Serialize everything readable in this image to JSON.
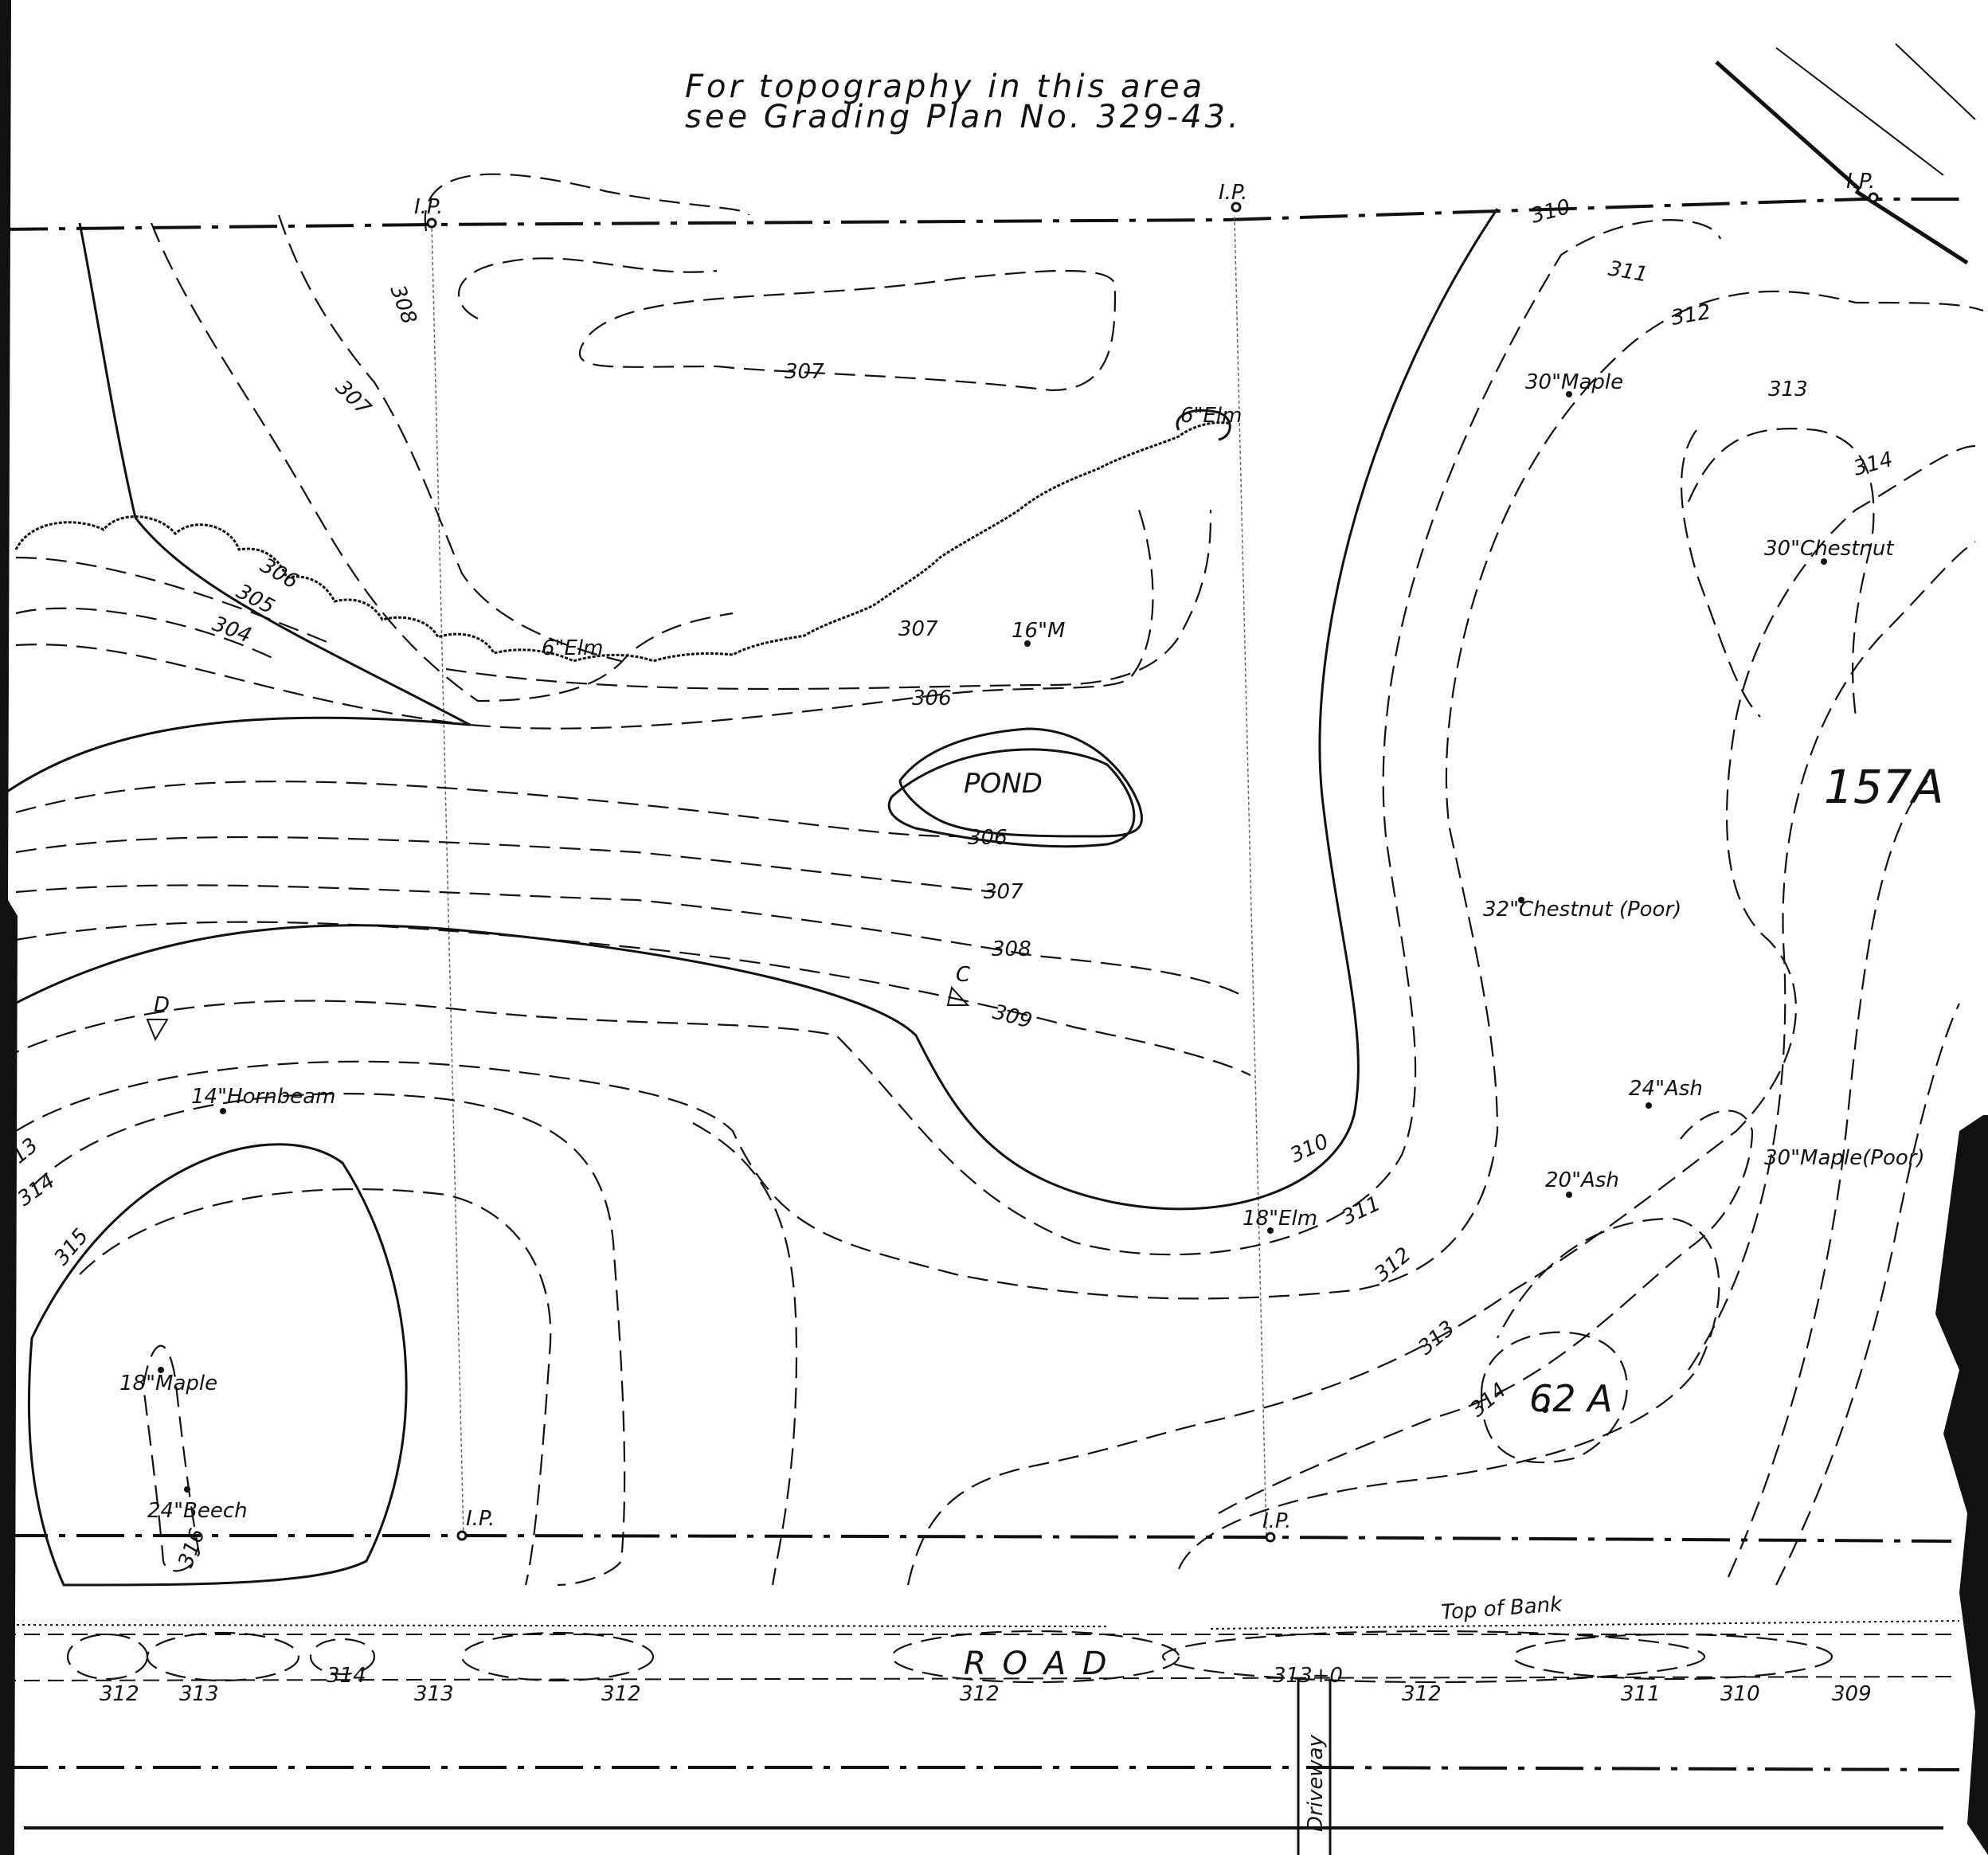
{
  "note": {
    "line1": "For topography in this area",
    "line2": "see Grading Plan No. 329-43."
  },
  "features": {
    "pond": "POND",
    "road": "R O A D",
    "top_of_bank": "Top of Bank",
    "driveway": "Driveway"
  },
  "lot_labels": {
    "lot_157a": "157A",
    "lot_62a": "62 A",
    "letter_c": "C",
    "letter_d": "D"
  },
  "iron_pins": [
    "I.P.",
    "I.P.",
    "I.P.",
    "I.P.",
    "I.P."
  ],
  "trees": [
    "6\"Elm",
    "6\"Elm",
    "16\"M",
    "30\"Maple",
    "30\"Chestnut",
    "32\"Chestnut (Poor)",
    "24\"Ash",
    "30\"Maple(Poor)",
    "20\"Ash",
    "18\"Elm",
    "14\"Hornbeam",
    "18\"Maple",
    "24\"Beech"
  ],
  "contour_labels": {
    "c308_nw": "308",
    "c307_nw": "307",
    "c306_w": "306",
    "c305_w": "305",
    "c304_w": "304",
    "c307_top": "307",
    "c310_ne": "310",
    "c311_ne": "311",
    "c312_ne": "312",
    "c313_ne": "313",
    "c314_ne": "314",
    "c307_mid": "307",
    "c306_mid": "306",
    "c306_pond": "306",
    "c307_pond": "307",
    "c308_mid": "308",
    "c309_mid": "309",
    "c310_mid": "310",
    "c311_mid": "311",
    "c312_mid": "312",
    "c313_mid": "313",
    "c314_se": "314",
    "c313_w": "13",
    "c314_w": "314",
    "c315_w": "315",
    "c316_w": "316"
  },
  "road_elevations": [
    "312",
    "313",
    "314",
    "313",
    "312",
    "312",
    "313+0",
    "312",
    "311",
    "310",
    "309"
  ]
}
